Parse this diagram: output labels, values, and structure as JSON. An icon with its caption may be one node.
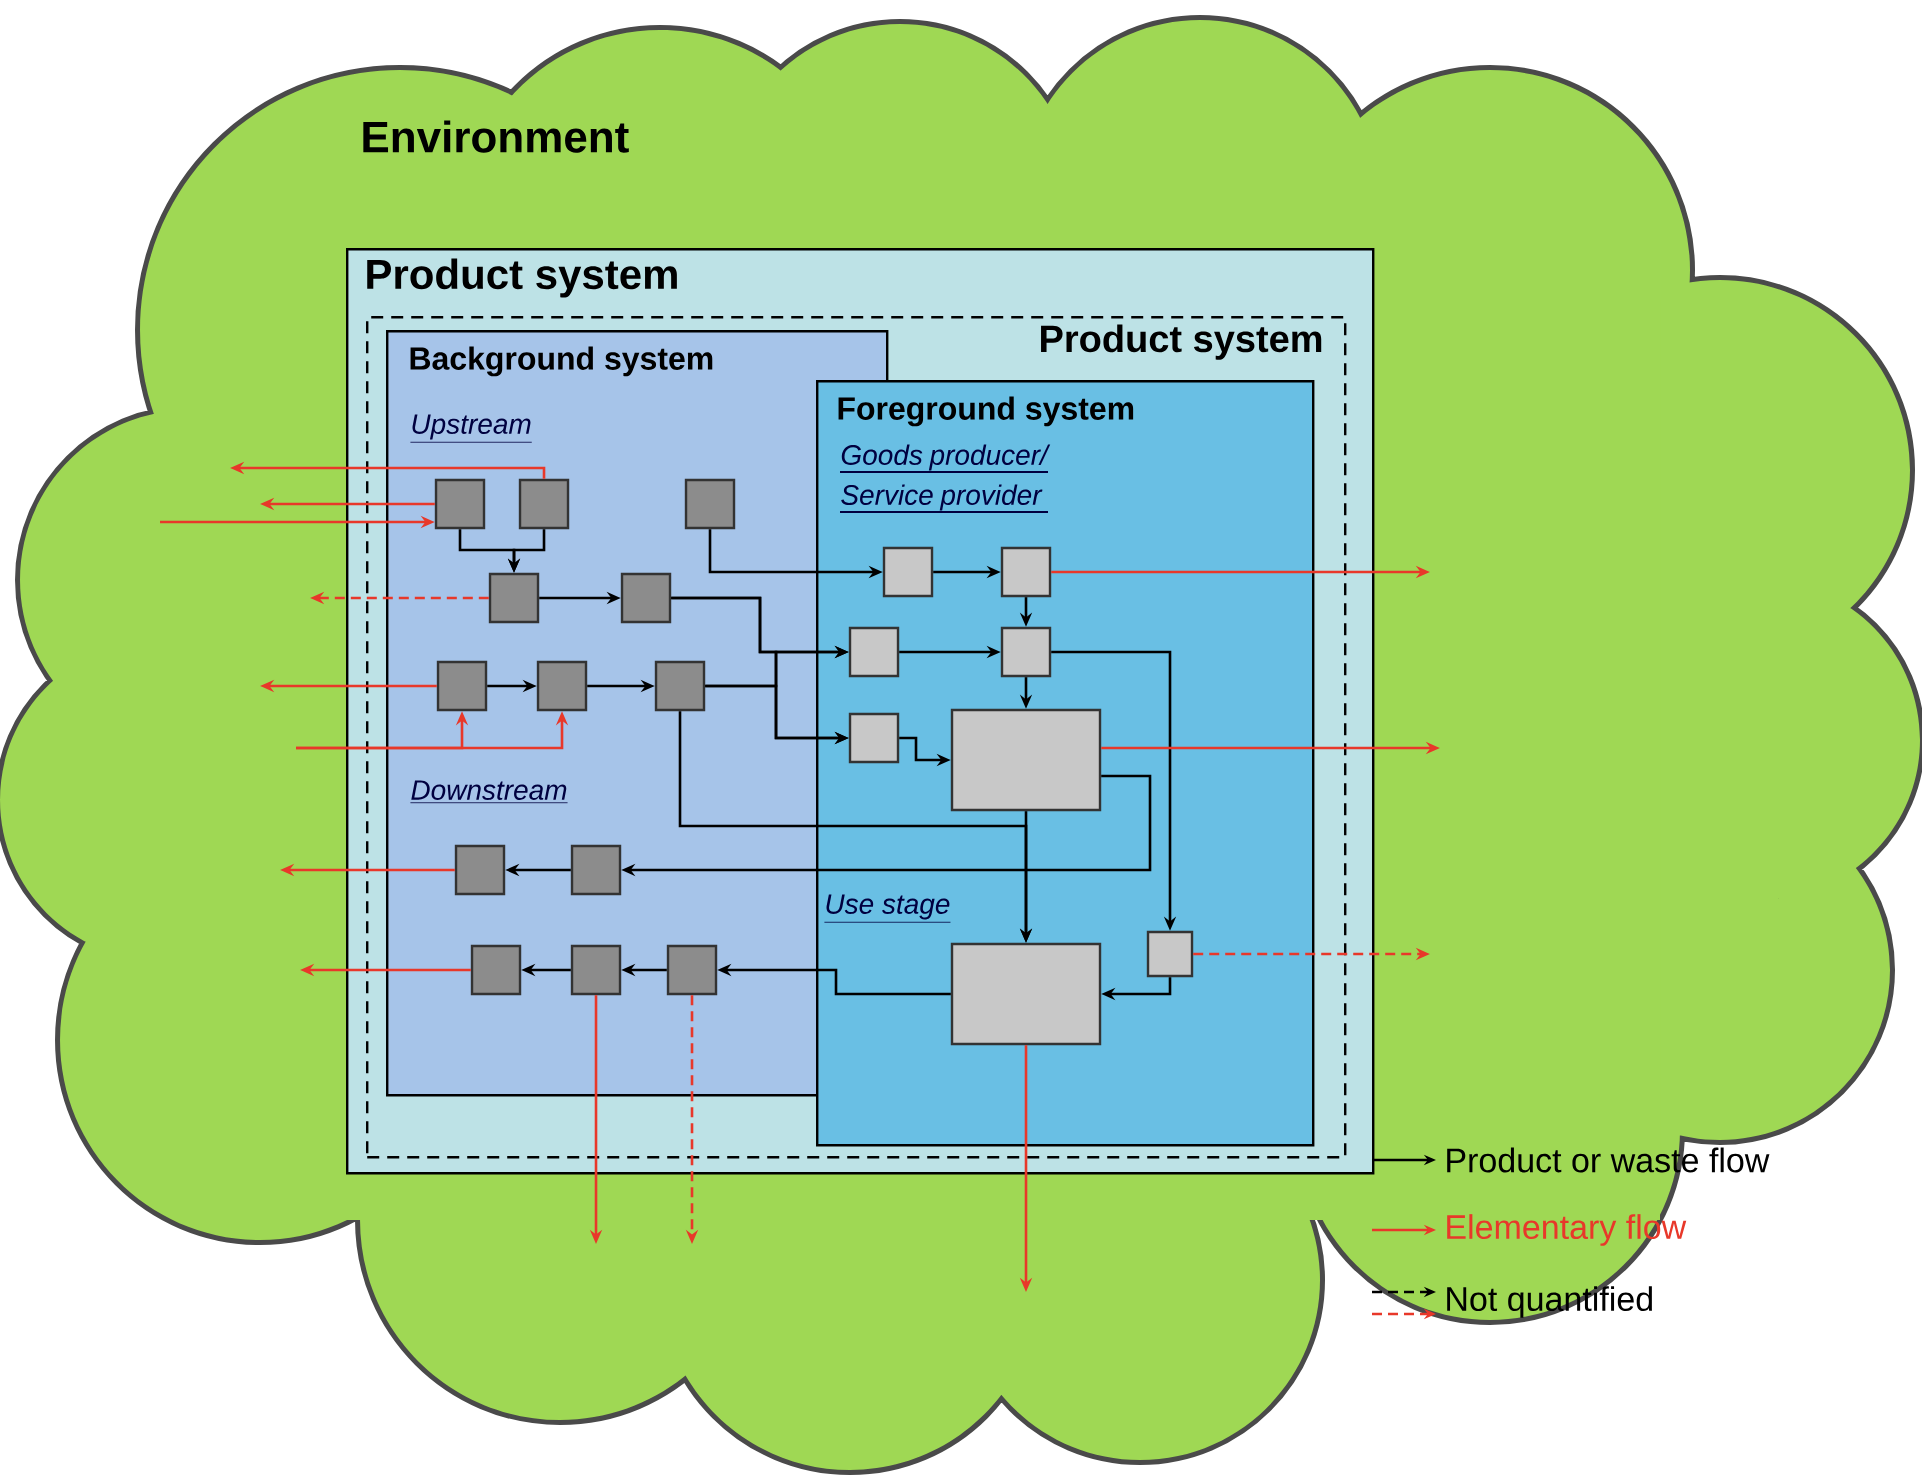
{
  "diagram": {
    "nodes": [
      {
        "text": [
          "Environment"
        ]
      },
      {
        "text": [
          "Product system"
        ],
        "in": 0
      },
      {
        "text": [
          "Product system"
        ],
        "in": 1
      },
      {
        "text": [
          "Background system",
          "Upstream",
          "Downstream"
        ],
        "in": 2
      },
      {
        "text": [
          "Foreground system",
          "Goods producer/ Service provider",
          "Use stage"
        ],
        "in": 2
      },
      {
        "text": [],
        "shape": "box",
        "in": 3
      },
      {
        "text": [],
        "shape": "box",
        "in": 3
      },
      {
        "text": [],
        "shape": "box",
        "in": 3
      },
      {
        "text": [],
        "shape": "box",
        "in": 3
      },
      {
        "text": [],
        "shape": "box",
        "in": 3
      },
      {
        "text": [],
        "shape": "box",
        "in": 3
      },
      {
        "text": [],
        "shape": "box",
        "in": 3
      },
      {
        "text": [],
        "shape": "box",
        "in": 3
      },
      {
        "text": [],
        "shape": "box",
        "in": 3
      },
      {
        "text": [],
        "shape": "box",
        "in": 3
      },
      {
        "text": [],
        "shape": "box",
        "in": 3
      },
      {
        "text": [],
        "shape": "box",
        "in": 3
      },
      {
        "text": [],
        "shape": "box",
        "in": 3
      },
      {
        "text": [],
        "shape": "box",
        "in": 4
      },
      {
        "text": [],
        "shape": "box",
        "in": 4
      },
      {
        "text": [],
        "shape": "box",
        "in": 4
      },
      {
        "text": [],
        "shape": "box",
        "in": 4
      },
      {
        "text": [],
        "shape": "box",
        "in": 4
      },
      {
        "text": [],
        "shape": "box",
        "in": 4
      },
      {
        "text": [],
        "shape": "box",
        "in": 4
      },
      {
        "text": [],
        "shape": "box",
        "in": 4
      }
    ],
    "edges": [
      {
        "from": 5,
        "to": 8,
        "arrow": "to"
      },
      {
        "from": 6,
        "to": 8,
        "arrow": "to"
      },
      {
        "from": 7,
        "to": 18,
        "arrow": "to"
      },
      {
        "from": 8,
        "to": 9,
        "arrow": "to"
      },
      {
        "from": 9,
        "to": 20,
        "arrow": "to"
      },
      {
        "from": 9,
        "to": 22,
        "arrow": "to"
      },
      {
        "from": 12,
        "to": 20,
        "arrow": "to"
      },
      {
        "from": 12,
        "to": 22,
        "arrow": "to"
      },
      {
        "from": 10,
        "to": 11,
        "arrow": "to"
      },
      {
        "from": 11,
        "to": 12,
        "arrow": "to"
      },
      {
        "from": 18,
        "to": 19,
        "arrow": "to"
      },
      {
        "from": 19,
        "to": 21,
        "arrow": "to"
      },
      {
        "from": 20,
        "to": 21,
        "arrow": "to"
      },
      {
        "from": 21,
        "to": 23,
        "arrow": "to"
      },
      {
        "from": 22,
        "to": 23,
        "arrow": "to"
      },
      {
        "from": 12,
        "to": 25,
        "arrow": "to"
      },
      {
        "from": 23,
        "to": 25,
        "arrow": "to"
      },
      {
        "from": 21,
        "to": 24,
        "arrow": "to"
      },
      {
        "from": 23,
        "to": 14,
        "arrow": "to"
      },
      {
        "from": 14,
        "to": 13,
        "arrow": "to"
      },
      {
        "from": 24,
        "to": 25,
        "arrow": "to"
      },
      {
        "from": 25,
        "to": 17,
        "arrow": "to"
      },
      {
        "from": 17,
        "to": 16,
        "arrow": "to"
      },
      {
        "from": 16,
        "to": 15,
        "arrow": "to"
      },
      {
        "from": 6,
        "to": null,
        "arrow": "to",
        "color": "#e8382a"
      },
      {
        "from": 5,
        "to": null,
        "arrow": "to",
        "color": "#e8382a"
      },
      {
        "from": null,
        "to": 5,
        "arrow": "to",
        "color": "#e8382a"
      },
      {
        "from": 8,
        "to": null,
        "arrow": "to",
        "style": "dashed",
        "color": "#e8382a"
      },
      {
        "from": 10,
        "to": null,
        "arrow": "to",
        "color": "#e8382a"
      },
      {
        "from": null,
        "to": 10,
        "arrow": "to",
        "color": "#e8382a"
      },
      {
        "from": null,
        "to": 11,
        "arrow": "to",
        "color": "#e8382a"
      },
      {
        "from": 13,
        "to": null,
        "arrow": "to",
        "color": "#e8382a"
      },
      {
        "from": 15,
        "to": null,
        "arrow": "to",
        "color": "#e8382a"
      },
      {
        "from": 16,
        "to": null,
        "arrow": "to",
        "color": "#e8382a"
      },
      {
        "from": 17,
        "to": null,
        "arrow": "to",
        "style": "dashed",
        "color": "#e8382a"
      },
      {
        "from": 19,
        "to": null,
        "arrow": "to",
        "color": "#e8382a"
      },
      {
        "from": 23,
        "to": null,
        "arrow": "to",
        "color": "#e8382a"
      },
      {
        "from": 24,
        "to": null,
        "arrow": "to",
        "style": "dashed",
        "color": "#e8382a"
      },
      {
        "from": 25,
        "to": null,
        "arrow": "to",
        "color": "#e8382a"
      }
    ],
    "legend": [
      {
        "text": "Product or waste flow"
      },
      {
        "text": "Elementary flow"
      },
      {
        "text": "Not quantified"
      }
    ]
  }
}
